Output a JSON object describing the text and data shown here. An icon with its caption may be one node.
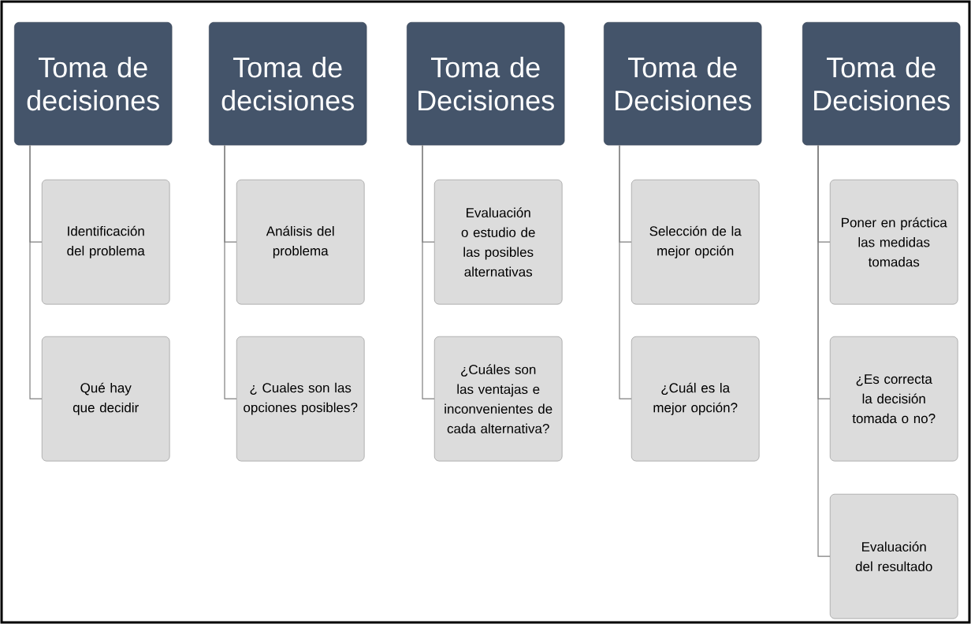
{
  "diagram": {
    "nodes": [
      {
        "text": [
          "Toma de decisiones"
        ]
      },
      {
        "text": [
          "Identificación del problema"
        ]
      },
      {
        "text": [
          "Qué hay que decidir"
        ]
      },
      {
        "text": [
          "Toma de decisiones"
        ]
      },
      {
        "text": [
          "Análisis del problema"
        ]
      },
      {
        "text": [
          "¿ Cuales son las opciones posibles?"
        ]
      },
      {
        "text": [
          "Toma de Decisiones"
        ]
      },
      {
        "text": [
          "Evaluación o estudio de las posibles alternativas"
        ]
      },
      {
        "text": [
          "¿Cuáles son las ventajas e inconvenientes de cada alternativa?"
        ]
      },
      {
        "text": [
          "Toma de Decisiones"
        ]
      },
      {
        "text": [
          "Selección de la mejor opción"
        ]
      },
      {
        "text": [
          "¿Cuál es la mejor opción?"
        ]
      },
      {
        "text": [
          "Toma de Decisiones"
        ]
      },
      {
        "text": [
          "Poner en práctica las medidas tomadas"
        ]
      },
      {
        "text": [
          "¿Es correcta la decisión tomada o no?"
        ]
      },
      {
        "text": [
          "Evaluación del resultado"
        ]
      }
    ],
    "edges": [
      {
        "from": 0,
        "to": 1,
        "arrow": "none"
      },
      {
        "from": 0,
        "to": 2,
        "arrow": "none"
      },
      {
        "from": 3,
        "to": 4,
        "arrow": "none"
      },
      {
        "from": 3,
        "to": 5,
        "arrow": "none"
      },
      {
        "from": 6,
        "to": 7,
        "arrow": "none"
      },
      {
        "from": 6,
        "to": 8,
        "arrow": "none"
      },
      {
        "from": 9,
        "to": 10,
        "arrow": "none"
      },
      {
        "from": 9,
        "to": 11,
        "arrow": "none"
      },
      {
        "from": 12,
        "to": 13,
        "arrow": "none"
      },
      {
        "from": 12,
        "to": 14,
        "arrow": "none"
      },
      {
        "from": 12,
        "to": 15,
        "arrow": "none"
      }
    ]
  }
}
